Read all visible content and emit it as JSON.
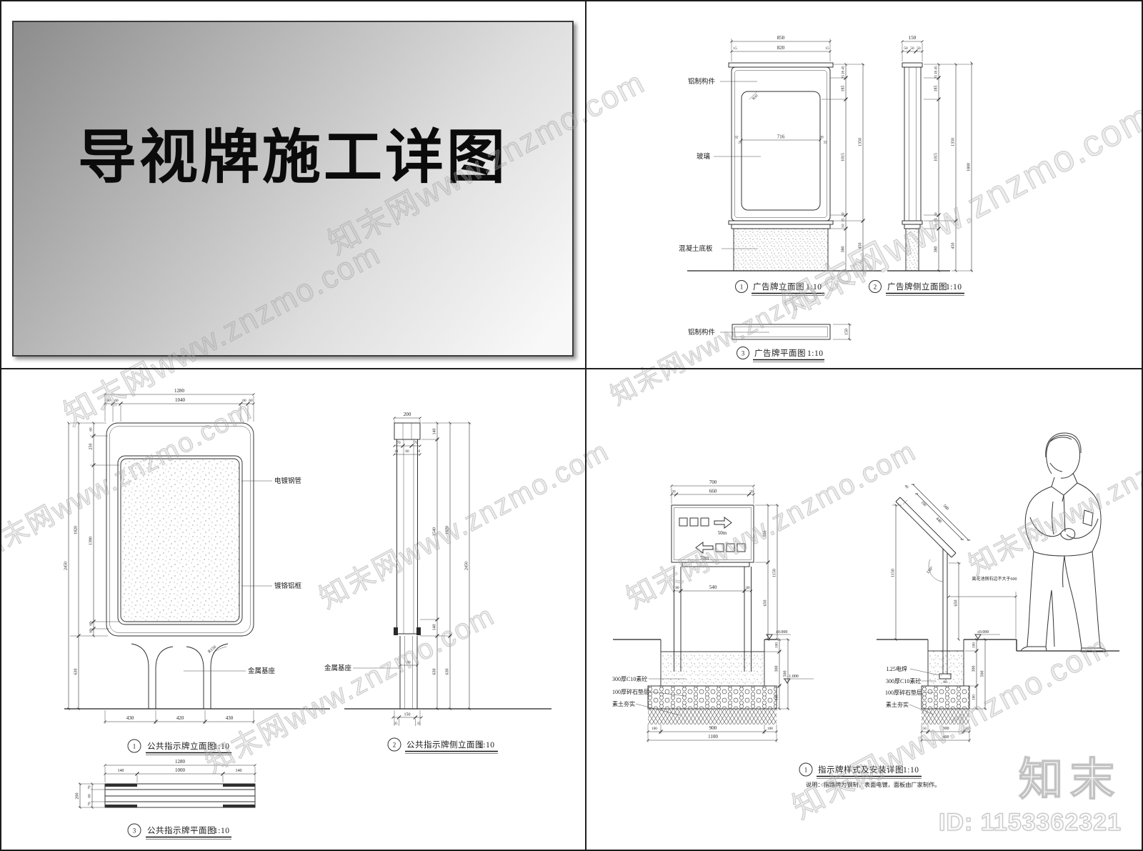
{
  "brand": {
    "watermark": "知末网www.znzmo.com",
    "logo": "知末",
    "id_text": "ID: 1153362321"
  },
  "cover": {
    "title": "导视牌施工详图"
  },
  "ad": {
    "front": {
      "label_aluminum": "铝制构件",
      "label_glass": "玻璃",
      "label_concrete": "混凝土底板",
      "d850": "850",
      "d15l": "15",
      "d820": "820",
      "d15r": "15",
      "r30": "R30",
      "d716": "716",
      "s32l": "32",
      "s20l": "20",
      "s20r": "20",
      "s32r": "32",
      "c45": "45",
      "c18": "18",
      "c25": "25",
      "c185": "185",
      "c1015": "1015",
      "c30": "30",
      "c35": "35",
      "c10": "10",
      "c380": "380",
      "c1350": "1350",
      "c450": "450",
      "title": {
        "num": "1",
        "text": "广告牌立面图",
        "scale": "1:10"
      }
    },
    "side": {
      "d150": "150",
      "d50a": "50",
      "d50b": "50",
      "d50c": "50",
      "c45": "45",
      "c18": "18",
      "c25": "25",
      "c185": "185",
      "c1015": "1015",
      "c30": "30",
      "c35": "35",
      "c10": "10",
      "c380": "380",
      "c1350": "1350",
      "c450": "450",
      "c1800": "1800",
      "title": {
        "num": "2",
        "text": "广告牌侧立面图",
        "scale": "1:10"
      }
    },
    "plan": {
      "label_aluminum": "铝制构件",
      "d150": "150",
      "title": {
        "num": "3",
        "text": "广告牌平面图",
        "scale": "1:10"
      }
    }
  },
  "pub": {
    "front": {
      "label_pipe": "电镀钢管",
      "label_frame": "镀铬铝框",
      "label_base": "金属基座",
      "r150": "R150",
      "d1280": "1280",
      "d60a": "60",
      "d60b": "60",
      "d1040": "1040",
      "d60c": "60",
      "d60d": "60",
      "l60": "60",
      "l250": "250",
      "l1390": "1390",
      "l60b": "60",
      "l60c": "60",
      "l1820": "1820",
      "l630": "630",
      "l2450": "2450",
      "b430a": "430",
      "b420": "420",
      "b430b": "430",
      "title": {
        "num": "1",
        "text": "公共指示牌立面图",
        "scale": "1:10"
      }
    },
    "side": {
      "label_base": "金属基座",
      "d200": "200",
      "d70a": "70",
      "d70b": "70",
      "d10a": "10",
      "d60": "60",
      "d10b": "10",
      "r140a": "140",
      "r1540": "1540",
      "r140b": "140",
      "r630a": "630",
      "r1820": "1820",
      "r630b": "630",
      "r2450": "2450",
      "d80": "80",
      "b150": "150",
      "b35a": "35",
      "b35b": "35",
      "title": {
        "num": "2",
        "text": "公共指示牌侧立面图",
        "scale": "1:10"
      }
    },
    "plan": {
      "d1280": "1280",
      "d140a": "140",
      "d1000": "1000",
      "d140b": "140",
      "l70a": "70",
      "l60": "60",
      "l70b": "70",
      "l200": "200",
      "title": {
        "num": "3",
        "text": "公共指示牌平面图",
        "scale": "1:10"
      }
    }
  },
  "guide": {
    "front": {
      "d700": "700",
      "d20a": "20",
      "d660": "660",
      "d20b": "20",
      "arrow_right_text": "50m",
      "arrow_left_text": "70m",
      "m80a": "80",
      "m540": "540",
      "m80b": "80",
      "r500": "500",
      "r650": "650",
      "r1150": "1150",
      "g100a": "100",
      "g300": "300",
      "g100b": "100",
      "g500": "500",
      "level_zero": "±0.000",
      "level_minus": "-1.000",
      "label_concrete": "300厚C10素砼",
      "label_gravel": "100厚碎石垫层",
      "label_soil": "素土夯实",
      "b100a": "100",
      "b900": "900",
      "b100b": "100",
      "b1100": "1100"
    },
    "side": {
      "v1150": "1150",
      "v650": "650",
      "p40": "40",
      "p100": "100",
      "p560": "560",
      "p440": "440",
      "angle": "150°",
      "note600": "离花池侧石边不大于600",
      "level_zero": "±0.000",
      "label_weld": "L25电焊",
      "label_concrete": "300厚C10素砼",
      "label_gravel": "100厚碎石垫层",
      "label_soil": "素土夯实",
      "w80": "80",
      "g100t": "100",
      "g300": "300",
      "g100b": "100",
      "g500": "500",
      "b50a": "50",
      "b300": "300",
      "b50b": "50",
      "b400": "400"
    },
    "title": {
      "num": "1",
      "text": "指示牌样式及安装详图",
      "scale": "1:10"
    },
    "note": "说明：指路牌为钢制，表面电镀，面板由厂家制作。"
  }
}
